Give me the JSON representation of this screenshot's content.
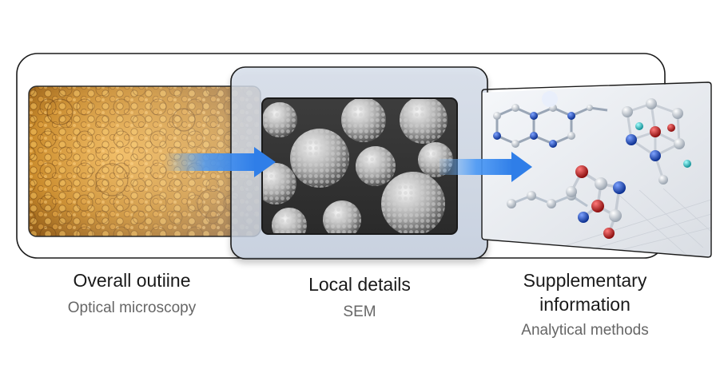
{
  "panels": [
    {
      "id": "optical",
      "title": "Overall outiine",
      "subtitle": "Optical microscopy",
      "image": "optical-micrograph-golden-clusters"
    },
    {
      "id": "sem",
      "title": "Local details",
      "subtitle": "SEM",
      "image": "sem-micrograph-spherical-particles"
    },
    {
      "id": "analytical",
      "title": "Supplementary information",
      "title_lines": [
        "Supplementary",
        "information"
      ],
      "subtitle": "Analytical methods",
      "image": "molecular-structure-models"
    }
  ],
  "connectors": [
    "arrow-right-icon",
    "arrow-right-icon"
  ],
  "colors": {
    "optical_gold": "#c98a2a",
    "sem_gray": "#8a8a8a",
    "frame_blue": "#c7d2e4",
    "arrow_blue": "#2f7ee8",
    "text_dark": "#1a1a1a",
    "text_muted": "#666666"
  }
}
